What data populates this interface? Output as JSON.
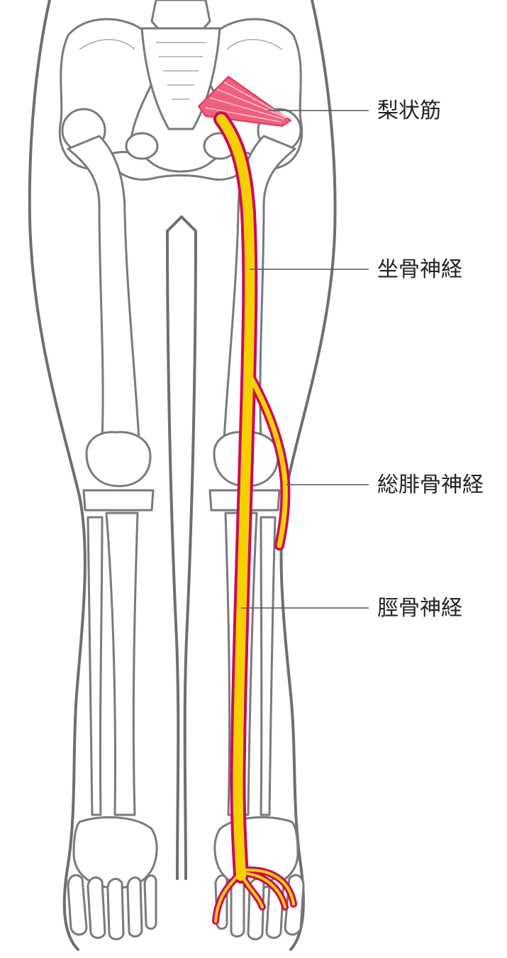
{
  "labels": {
    "piriformis": "梨状筋",
    "sciatic": "坐骨神経",
    "common_peroneal": "総腓骨神経",
    "tibial": "脛骨神経"
  },
  "colors": {
    "nerve_core": "#f7d000",
    "nerve_edge": "#cc0a5c",
    "muscle": "#f0607e",
    "outline": "#6f6f6f"
  }
}
